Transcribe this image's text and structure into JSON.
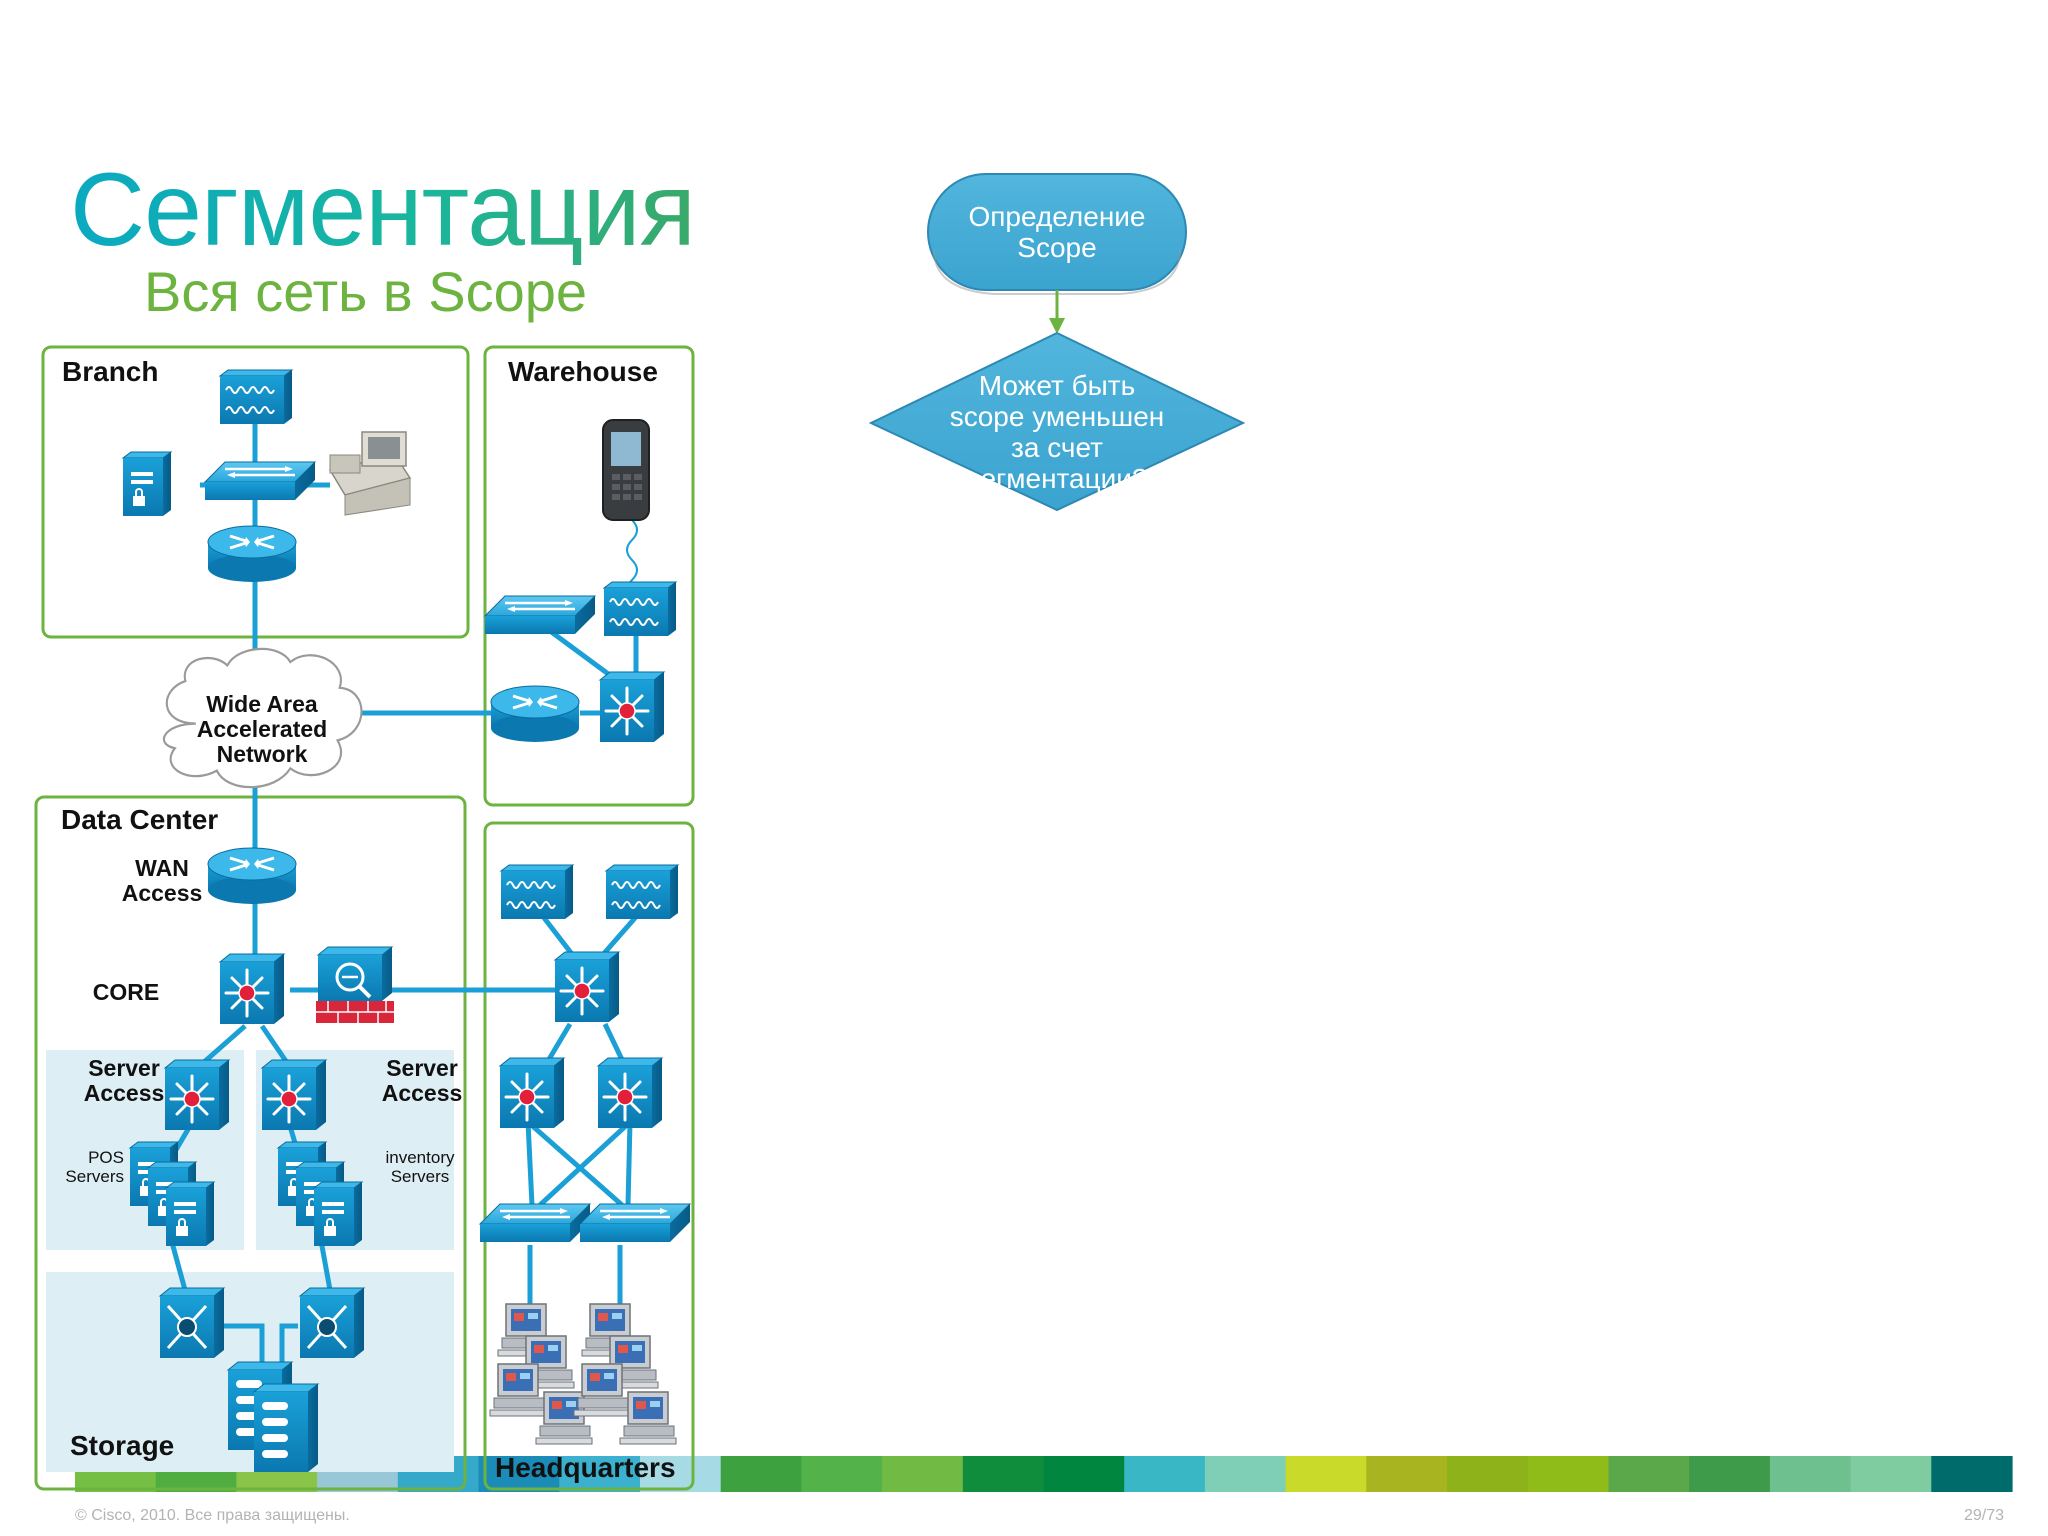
{
  "slide": {
    "title": "Сегментация",
    "subtitle": "Вся сеть в Scope",
    "footer": "© Cisco, 2010. Все права защищены.",
    "page": "29/73"
  },
  "zones": {
    "branch": "Branch",
    "warehouse": "Warehouse",
    "data_center": "Data Center",
    "headquarters": "Headquarters",
    "storage": "Storage"
  },
  "cloud": [
    "Wide Area",
    "Accelerated",
    "Network"
  ],
  "dc_labels": {
    "wan_access": [
      "WAN",
      "Access"
    ],
    "core": "CORE",
    "server_access_left": [
      "Server",
      "Access"
    ],
    "server_access_right": [
      "Server",
      "Access"
    ],
    "pos_servers": [
      "POS",
      "Servers"
    ],
    "inventory_servers": [
      "inventory",
      "Servers"
    ]
  },
  "flowchart": {
    "start": [
      "Определение",
      "Scope"
    ],
    "decision": [
      "Может быть",
      "scope уменьшен",
      "за счет сегментации?"
    ]
  },
  "colors": {
    "zone_border": "#6db33f",
    "device_blue": "#1a9fd6",
    "device_dark": "#0a6d9c",
    "link": "#1a9fd6",
    "flow_fill": "#43a9d2",
    "flow_border": "#2d88b4",
    "arrow": "#6db33f"
  },
  "color_bar": [
    "#74bf44",
    "#4fae3f",
    "#8ac54a",
    "#98c8d8",
    "#35a9c9",
    "#1b8bb7",
    "#3bb1cf",
    "#a6dbe6",
    "#3ea140",
    "#53b34a",
    "#71bb45",
    "#0f8c3c",
    "#00863f",
    "#3ab7c4",
    "#7fcfb6",
    "#c9da2a",
    "#a9b520",
    "#8db21a",
    "#8fbc18",
    "#5aa84a",
    "#3d9b4a",
    "#6fc08f",
    "#7fcca0",
    "#006b6b"
  ]
}
